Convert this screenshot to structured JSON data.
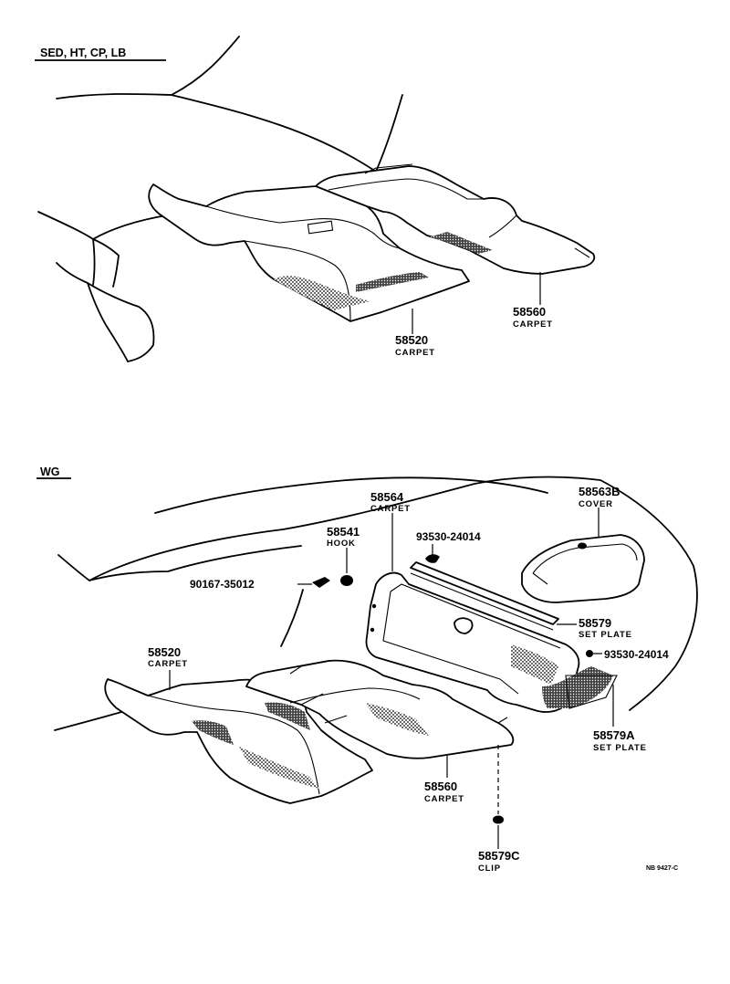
{
  "sections": {
    "top_heading": "SED, HT, CP, LB",
    "bottom_heading": "WG"
  },
  "parts": {
    "carpet_front_top": {
      "number": "58520",
      "name": "CARPET"
    },
    "carpet_rear_top": {
      "number": "58560",
      "name": "CARPET"
    },
    "carpet_front_wg": {
      "number": "58520",
      "name": "CARPET"
    },
    "carpet_rear_wg": {
      "number": "58560",
      "name": "CARPET"
    },
    "carpet_luggage": {
      "number": "58564",
      "name": "CARPET"
    },
    "cover": {
      "number": "58563B",
      "name": "COVER"
    },
    "hook": {
      "number": "58541",
      "name": "HOOK"
    },
    "screw_upper": {
      "number": "93530-24014"
    },
    "screw_right": {
      "number": "93530-24014"
    },
    "clip_left": {
      "number": "90167-35012"
    },
    "set_plate": {
      "number": "58579",
      "name": "SET PLATE"
    },
    "set_plate_a": {
      "number": "58579A",
      "name": "SET PLATE"
    },
    "clip": {
      "number": "58579C",
      "name": "CLIP"
    }
  },
  "figure_code": "NB 9427-C"
}
